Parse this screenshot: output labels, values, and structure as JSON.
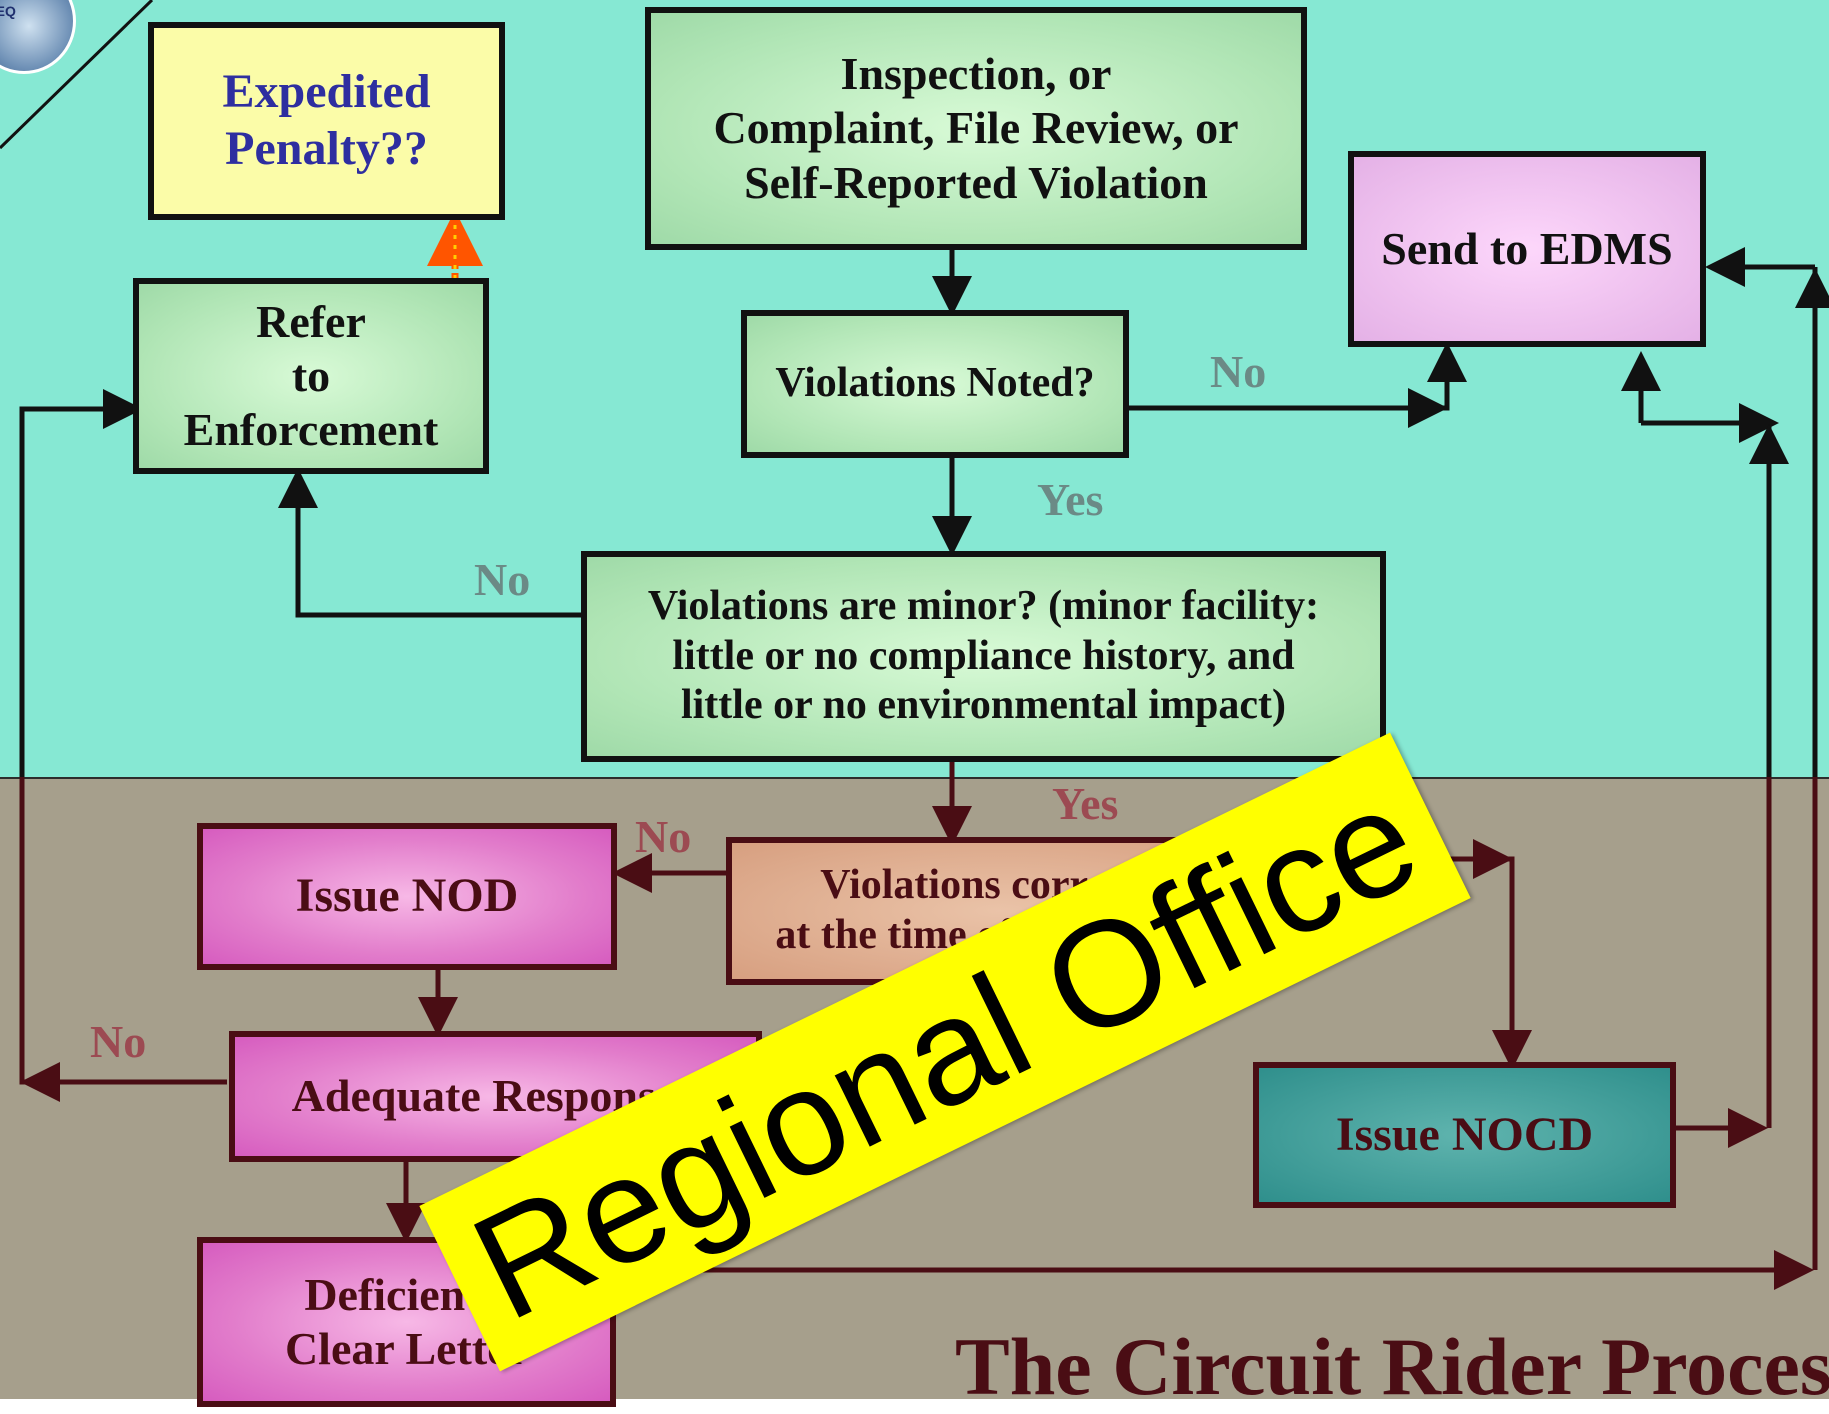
{
  "title": "The Circuit Rider Process",
  "overlay_text": "Regional Office",
  "logo_text": "LDEQ",
  "nodes": {
    "expedited": "Expedited\nPenalty??",
    "inspection": "Inspection, or\nComplaint, File Review, or\nSelf-Reported Violation",
    "edms": "Send to EDMS",
    "refer": "Refer\nto\nEnforcement",
    "violations_noted": "Violations Noted?",
    "minor": "Violations are minor? (minor facility:\nlittle or no compliance history, and\nlittle or no environmental impact)",
    "nod": "Issue NOD",
    "corrected": "Violations corrected\nat the time of inspection?",
    "adequate": "Adequate Response?",
    "nocd": "Issue NOCD",
    "deficiency": "Deficiency\nClear Letter"
  },
  "edge_labels": {
    "noted_no": "No",
    "noted_yes": "Yes",
    "minor_no": "No",
    "minor_yes": "Yes",
    "corrected_no": "No",
    "adequate_no": "No"
  },
  "colors": {
    "top_background": "#86e8d3",
    "bottom_background": "#a69f8c",
    "top_line": "#111111",
    "bottom_line": "#4a0d14",
    "highlight_path": "#ff5500",
    "banner": "#ffff00"
  }
}
